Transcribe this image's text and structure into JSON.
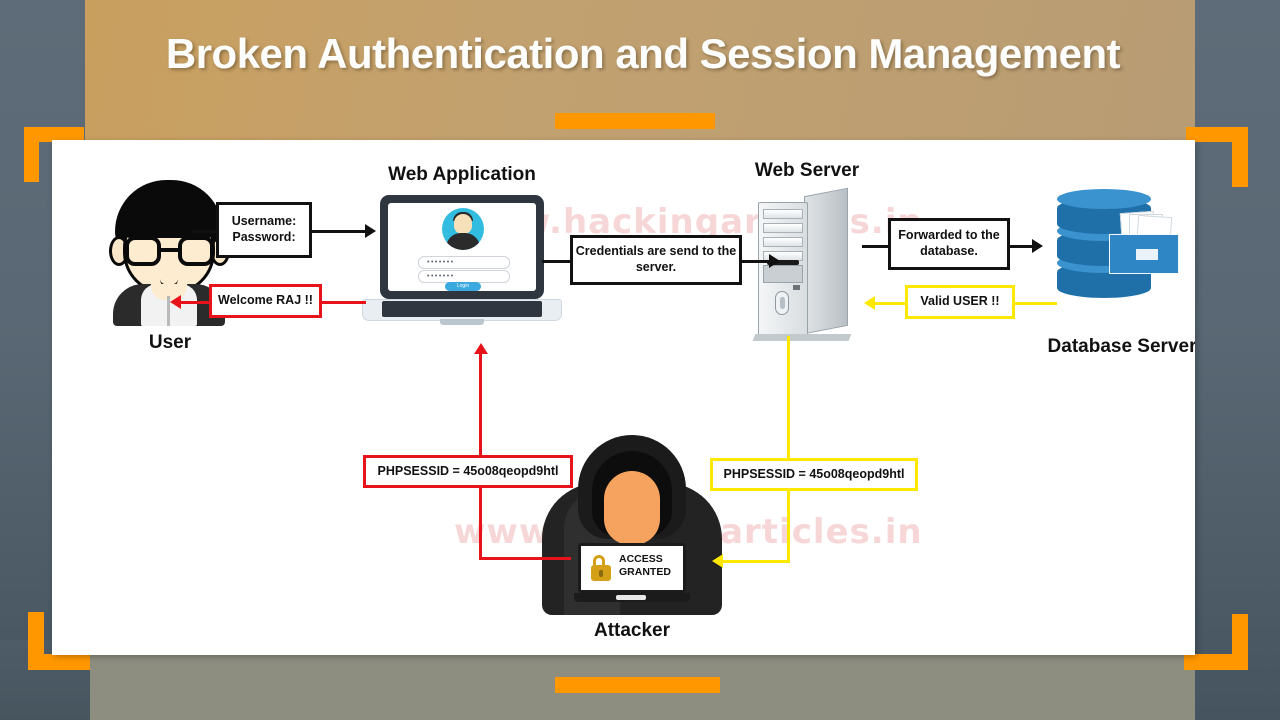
{
  "slide": {
    "title": "Broken Authentication and Session Management",
    "watermark": "www.hackingarticles.in"
  },
  "colors": {
    "accent_orange": "#ff9800",
    "header_tan": "#c2a170",
    "background_slate": "#5a6875",
    "red_flow": "#e8131a",
    "yellow_flow": "#ffe800",
    "database_blue": "#1f6fa9"
  },
  "nodes": [
    {
      "id": "user",
      "label": "User",
      "icon": "user-avatar-icon"
    },
    {
      "id": "web-application",
      "label": "Web Application",
      "icon": "laptop-icon"
    },
    {
      "id": "web-server",
      "label": "Web Server",
      "icon": "server-tower-icon"
    },
    {
      "id": "database-server",
      "label": "Database Server",
      "icon": "database-icon"
    },
    {
      "id": "attacker",
      "label": "Attacker",
      "icon": "hooded-attacker-icon"
    }
  ],
  "messages": {
    "credentials_prompt_line1": "Username:",
    "credentials_prompt_line2": "Password:",
    "welcome": "Welcome RAJ !!",
    "credentials_sent": "Credentials are send to the server.",
    "forwarded": "Forwarded to the database.",
    "valid_user": "Valid USER !!",
    "session_stolen": "PHPSESSID = 45o08qeopd9htl",
    "session_hijack": "PHPSESSID = 45o08qeopd9htl"
  },
  "attacker_screen": {
    "line1": "ACCESS",
    "line2": "GRANTED",
    "icon": "unlocked-padlock-icon"
  },
  "login_form": {
    "username_masked": "•••••••",
    "password_masked": "•••••••",
    "submit_label": "Login"
  }
}
